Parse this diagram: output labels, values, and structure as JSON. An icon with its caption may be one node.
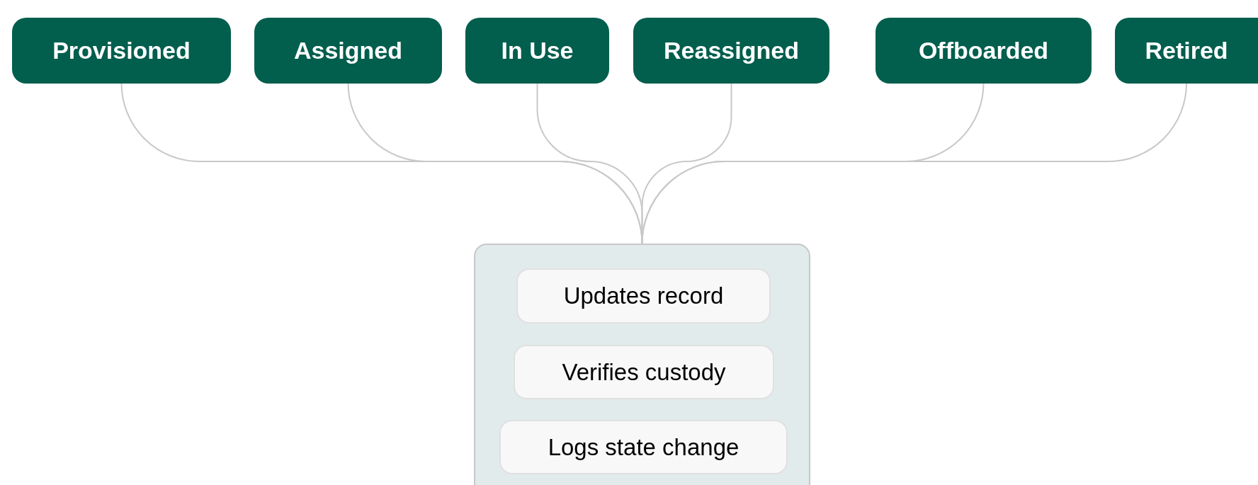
{
  "diagram": {
    "nodes": [
      {
        "text": [
          "Provisioned"
        ]
      },
      {
        "text": [
          "Assigned"
        ]
      },
      {
        "text": [
          "In Use"
        ]
      },
      {
        "text": [
          "Reassigned"
        ]
      },
      {
        "text": [
          "Offboarded"
        ]
      },
      {
        "text": [
          "Retired"
        ]
      },
      {
        "text": [],
        "shape": "box"
      },
      {
        "text": [
          "Updates record"
        ],
        "in": 6
      },
      {
        "text": [
          "Verifies custody"
        ],
        "in": 6
      },
      {
        "text": [
          "Logs state change"
        ],
        "in": 6
      }
    ],
    "edges": [
      {
        "from": 0,
        "to": 6,
        "arrow": "none"
      },
      {
        "from": 1,
        "to": 6,
        "arrow": "none"
      },
      {
        "from": 2,
        "to": 6,
        "arrow": "none"
      },
      {
        "from": 3,
        "to": 6,
        "arrow": "none"
      },
      {
        "from": 4,
        "to": 6,
        "arrow": "none"
      },
      {
        "from": 5,
        "to": 6,
        "arrow": "none"
      }
    ]
  }
}
